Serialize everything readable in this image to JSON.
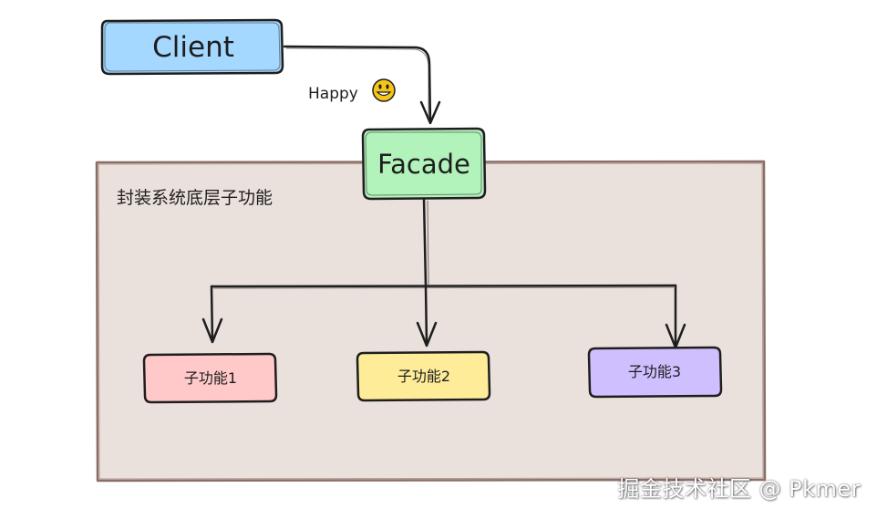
{
  "diagram": {
    "client": {
      "label": "Client",
      "color": "#a5d8ff"
    },
    "edge_client_facade": {
      "label": "Happy"
    },
    "emoji": {
      "name": "smiley-face-icon",
      "color": "#f5c518"
    },
    "facade": {
      "label": "Facade",
      "color": "#b2f2bb"
    },
    "container": {
      "title": "封装系统底层子功能",
      "color": "#eae0dc",
      "border": "#8a6f66"
    },
    "subsystems": [
      {
        "label": "子功能1",
        "color": "#ffc9c9"
      },
      {
        "label": "子功能2",
        "color": "#ffec99"
      },
      {
        "label": "子功能3",
        "color": "#d0bfff"
      }
    ]
  },
  "watermark": {
    "text": "掘金技术社区 @ Pkmer"
  }
}
